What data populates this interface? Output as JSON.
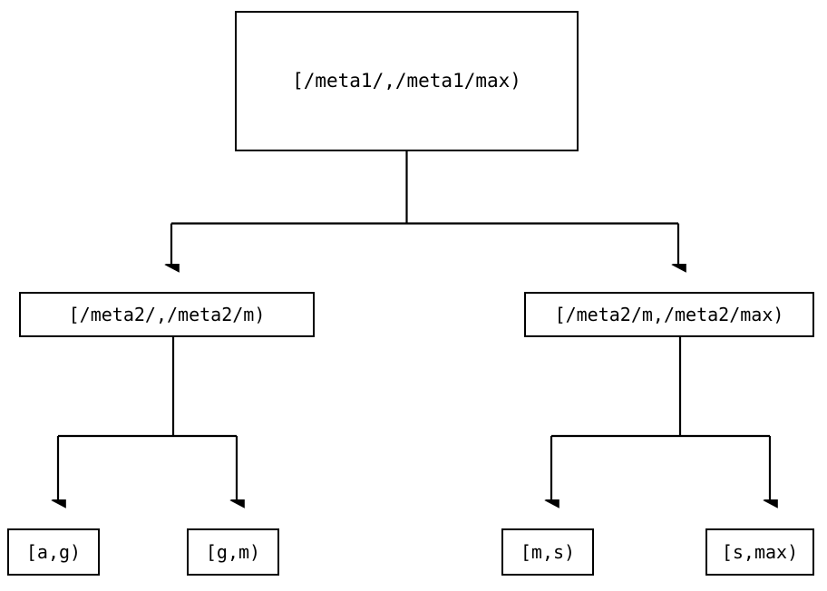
{
  "diagram": {
    "type": "tree",
    "orientation": "top-down",
    "background_color": "#ffffff",
    "stroke_color": "#000000",
    "text_color": "#000000",
    "nodes": {
      "root": {
        "label": "[/meta1/,/meta1/max)"
      },
      "level2": [
        {
          "label": "[/meta2/,/meta2/m)"
        },
        {
          "label": "[/meta2/m,/meta2/max)"
        }
      ],
      "leaves": [
        {
          "label": "[a,g)"
        },
        {
          "label": "[g,m)"
        },
        {
          "label": "[m,s)"
        },
        {
          "label": "[s,max)"
        }
      ]
    },
    "edges": [
      {
        "from": "root",
        "to": "level2.0",
        "style": "elbow",
        "arrow": "filled-triangle"
      },
      {
        "from": "root",
        "to": "level2.1",
        "style": "elbow",
        "arrow": "filled-triangle"
      },
      {
        "from": "level2.0",
        "to": "leaves.0",
        "style": "elbow",
        "arrow": "filled-triangle"
      },
      {
        "from": "level2.0",
        "to": "leaves.1",
        "style": "elbow",
        "arrow": "filled-triangle"
      },
      {
        "from": "level2.1",
        "to": "leaves.2",
        "style": "elbow",
        "arrow": "filled-triangle"
      },
      {
        "from": "level2.1",
        "to": "leaves.3",
        "style": "elbow",
        "arrow": "filled-triangle"
      }
    ]
  }
}
